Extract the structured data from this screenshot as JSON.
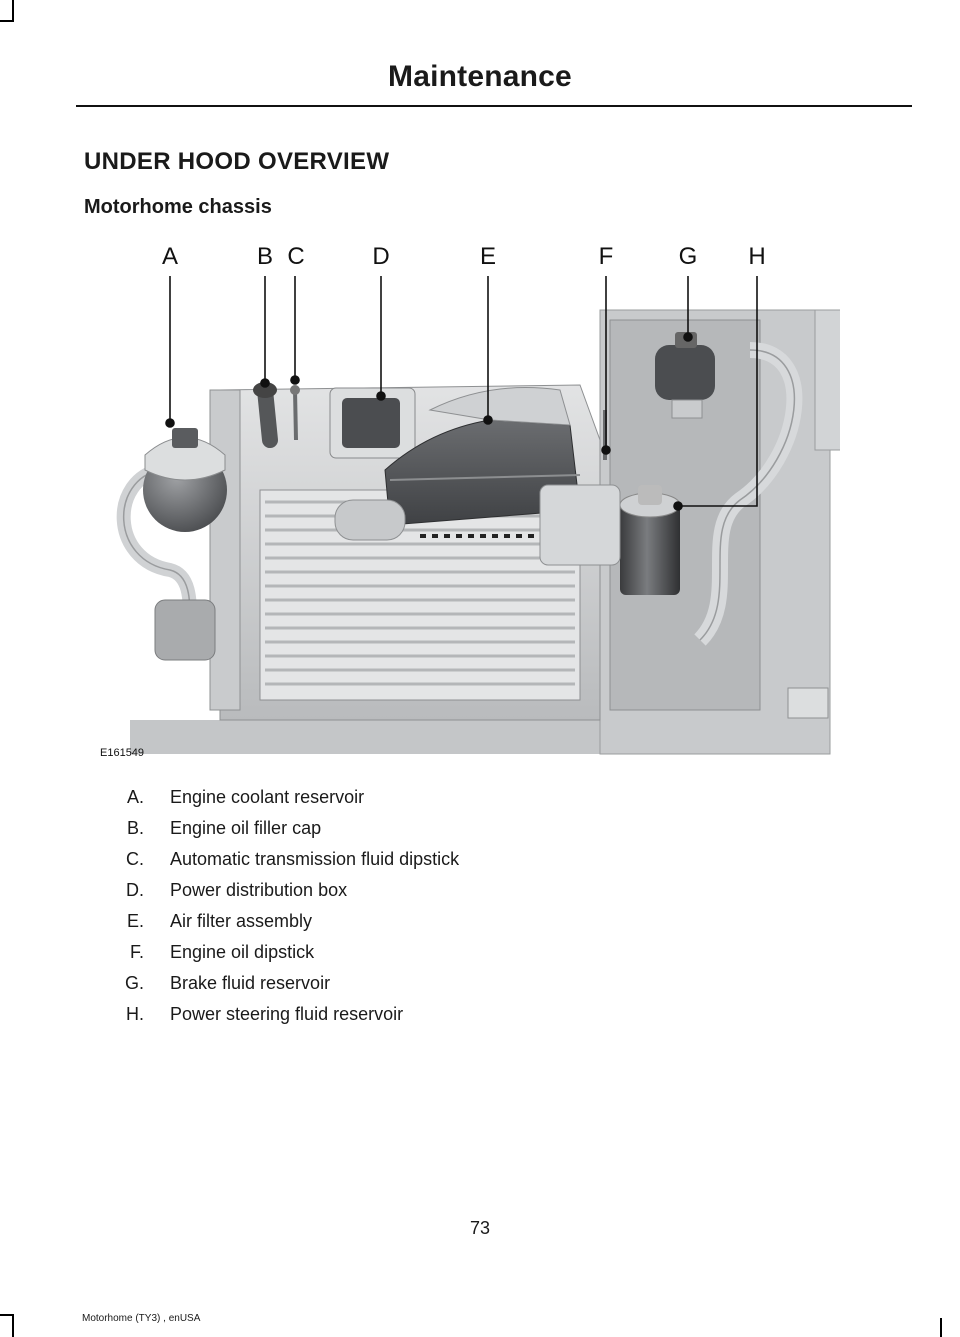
{
  "header": {
    "title": "Maintenance"
  },
  "section": {
    "title": "UNDER HOOD OVERVIEW",
    "subtitle": "Motorhome chassis"
  },
  "figure": {
    "code": "E161549",
    "callouts": [
      "A",
      "B",
      "C",
      "D",
      "E",
      "F",
      "G",
      "H"
    ]
  },
  "items": [
    {
      "letter": "A.",
      "text": "Engine coolant reservoir"
    },
    {
      "letter": "B.",
      "text": "Engine oil filler cap"
    },
    {
      "letter": "C.",
      "text": "Automatic transmission fluid dipstick"
    },
    {
      "letter": "D.",
      "text": "Power distribution box"
    },
    {
      "letter": "E.",
      "text": "Air filter assembly"
    },
    {
      "letter": "F.",
      "text": "Engine oil dipstick"
    },
    {
      "letter": "G.",
      "text": "Brake fluid reservoir"
    },
    {
      "letter": "H.",
      "text": "Power steering fluid reservoir"
    }
  ],
  "page_number": "73",
  "footer": "Motorhome (TY3) , enUSA"
}
